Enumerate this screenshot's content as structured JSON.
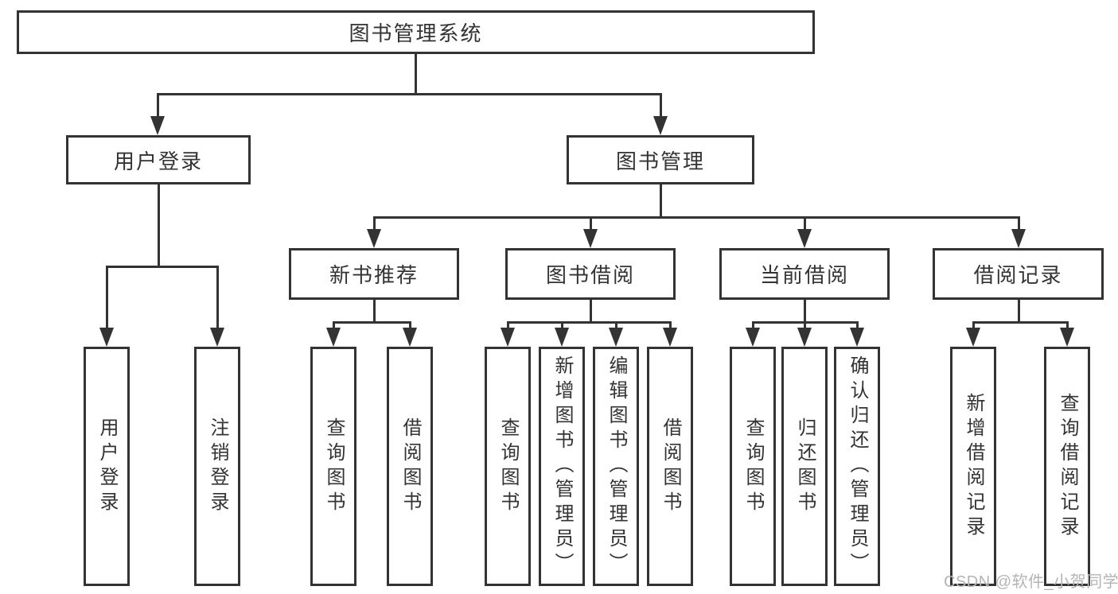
{
  "colors": {
    "line": "#333333",
    "text": "#333333",
    "background": "#ffffff",
    "watermark": "#b4b4b4"
  },
  "watermark": {
    "text": "CSDN @软件_小贺同学"
  },
  "tree": {
    "label": "图书管理系统",
    "children": [
      {
        "label": "用户登录",
        "children": [
          {
            "label": "用户登录"
          },
          {
            "label": "注销登录"
          }
        ]
      },
      {
        "label": "图书管理",
        "children": [
          {
            "label": "新书推荐",
            "children": [
              {
                "label": "查询图书"
              },
              {
                "label": "借阅图书"
              }
            ]
          },
          {
            "label": "图书借阅",
            "children": [
              {
                "label": "查询图书"
              },
              {
                "label": "新增图书（管理员）"
              },
              {
                "label": "编辑图书（管理员）"
              },
              {
                "label": "借阅图书"
              }
            ]
          },
          {
            "label": "当前借阅",
            "children": [
              {
                "label": "查询图书"
              },
              {
                "label": "归还图书"
              },
              {
                "label": "确认归还（管理员）"
              }
            ]
          },
          {
            "label": "借阅记录",
            "children": [
              {
                "label": "新增借阅记录"
              },
              {
                "label": "查询借阅记录"
              }
            ]
          }
        ]
      }
    ]
  }
}
